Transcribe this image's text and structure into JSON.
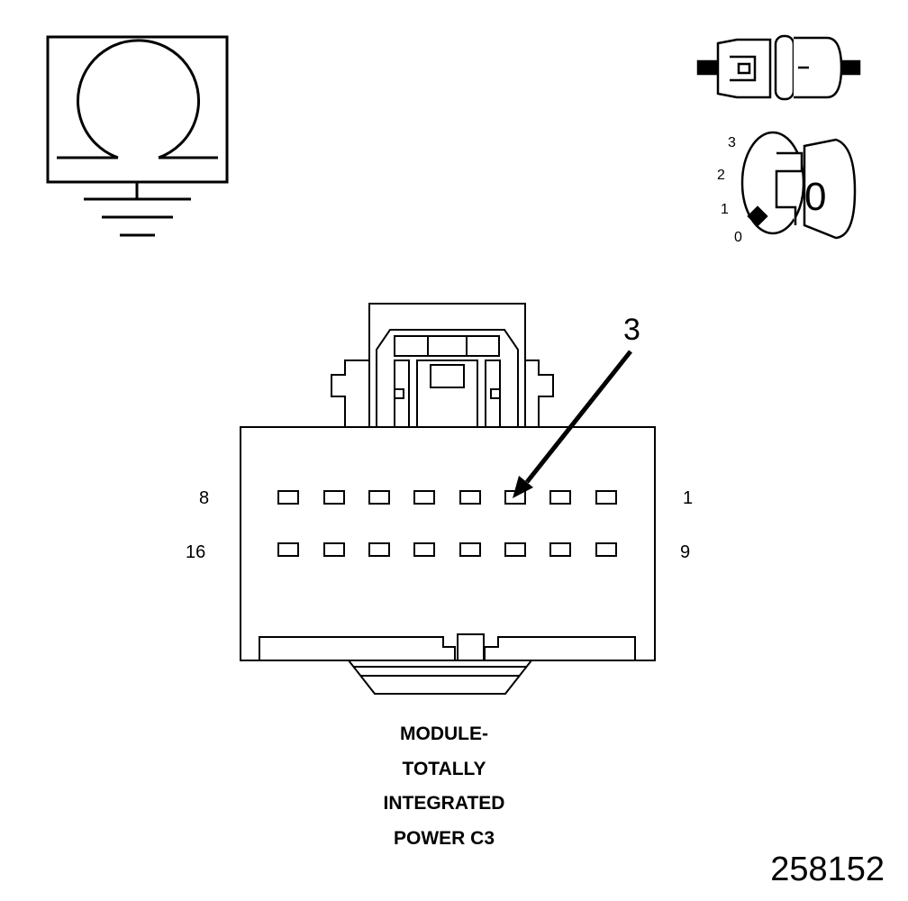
{
  "ohmmeter_symbol": {
    "icon": "ohm-ground-icon"
  },
  "ignition": {
    "icon": "ignition-key-icon",
    "positions": [
      "3",
      "2",
      "1",
      "0"
    ],
    "key_label": "0"
  },
  "connector": {
    "arrow_label": "3",
    "row1": {
      "left_label": "8",
      "right_label": "1",
      "pin_count": 8
    },
    "row2": {
      "left_label": "16",
      "right_label": "9",
      "pin_count": 8
    }
  },
  "caption": {
    "line1": "MODULE-",
    "line2": "TOTALLY",
    "line3": "INTEGRATED",
    "line4": "POWER C3"
  },
  "figure_id": "258152"
}
